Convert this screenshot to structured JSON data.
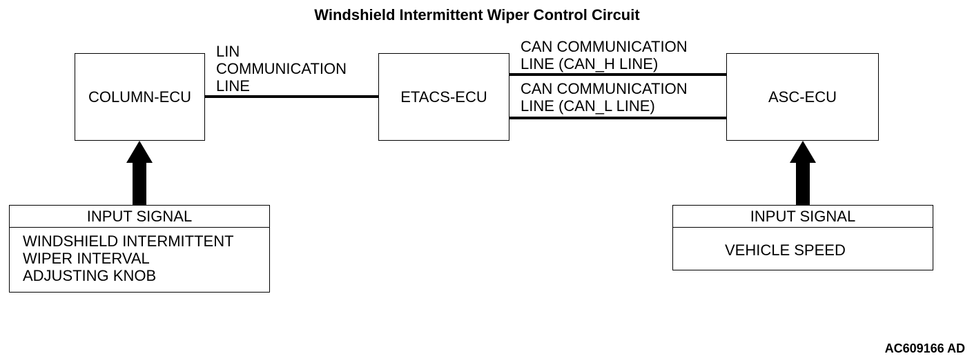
{
  "title": "Windshield Intermittent Wiper Control Circuit",
  "ecus": {
    "column": "COLUMN-ECU",
    "etacs": "ETACS-ECU",
    "asc": "ASC-ECU"
  },
  "lines": {
    "lin": "LIN\nCOMMUNICATION\nLINE",
    "can_h": "CAN COMMUNICATION\nLINE (CAN_H LINE)",
    "can_l": "CAN COMMUNICATION\nLINE (CAN_L LINE)"
  },
  "left_input": {
    "header": "INPUT SIGNAL",
    "body": "WINDSHIELD INTERMITTENT\nWIPER INTERVAL\nADJUSTING KNOB"
  },
  "right_input": {
    "header": "INPUT SIGNAL",
    "body": "VEHICLE SPEED"
  },
  "figure_code": "AC609166 AD"
}
